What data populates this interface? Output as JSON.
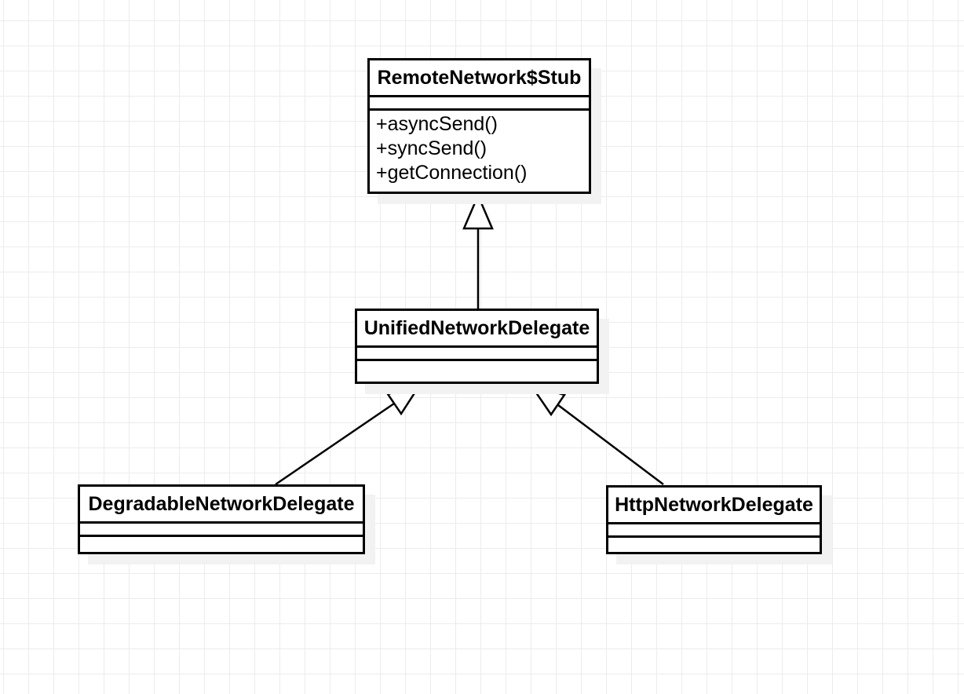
{
  "diagram": {
    "type": "uml-class-diagram",
    "classes": [
      {
        "name": "RemoteNetwork$Stub",
        "attributes": [],
        "methods": [
          "+asyncSend()",
          "+syncSend()",
          "+getConnection()"
        ]
      },
      {
        "name": "UnifiedNetworkDelegate",
        "attributes": [],
        "methods": []
      },
      {
        "name": "DegradableNetworkDelegate",
        "attributes": [],
        "methods": []
      },
      {
        "name": "HttpNetworkDelegate",
        "attributes": [],
        "methods": []
      }
    ],
    "relationships": [
      {
        "from": "UnifiedNetworkDelegate",
        "to": "RemoteNetwork$Stub",
        "type": "generalization"
      },
      {
        "from": "DegradableNetworkDelegate",
        "to": "UnifiedNetworkDelegate",
        "type": "generalization"
      },
      {
        "from": "HttpNetworkDelegate",
        "to": "UnifiedNetworkDelegate",
        "type": "generalization"
      }
    ],
    "colors": {
      "box_border": "#000000",
      "box_fill": "#ffffff",
      "box_shadow": "#f2f2f2",
      "grid_line": "#ececec",
      "canvas_background": "#ffffff",
      "text": "#000000"
    }
  }
}
